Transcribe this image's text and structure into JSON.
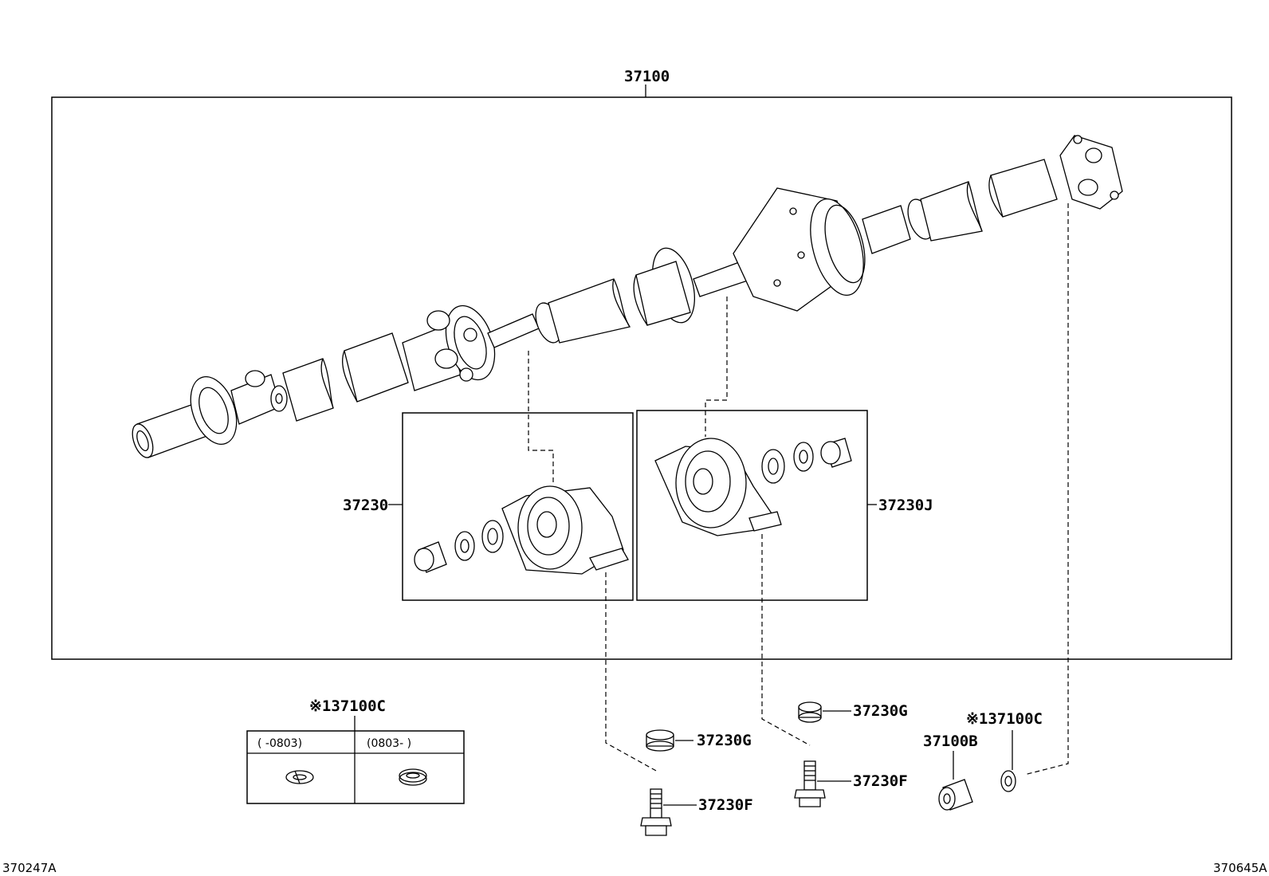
{
  "labels": {
    "assembly": "37100",
    "bearing_left": "37230",
    "bearing_right": "37230J",
    "collar_left": "37230G",
    "bolt_left": "37230F",
    "collar_right": "37230G",
    "bolt_right": "37230F",
    "bushing": "37100B",
    "washer_right": "※137100C",
    "washer_table": "※137100C"
  },
  "table": {
    "col1_header": "(      -0803)",
    "col2_header": "(0803-      )"
  },
  "refs": {
    "bottom_left": "370247A",
    "bottom_right": "370645A"
  }
}
